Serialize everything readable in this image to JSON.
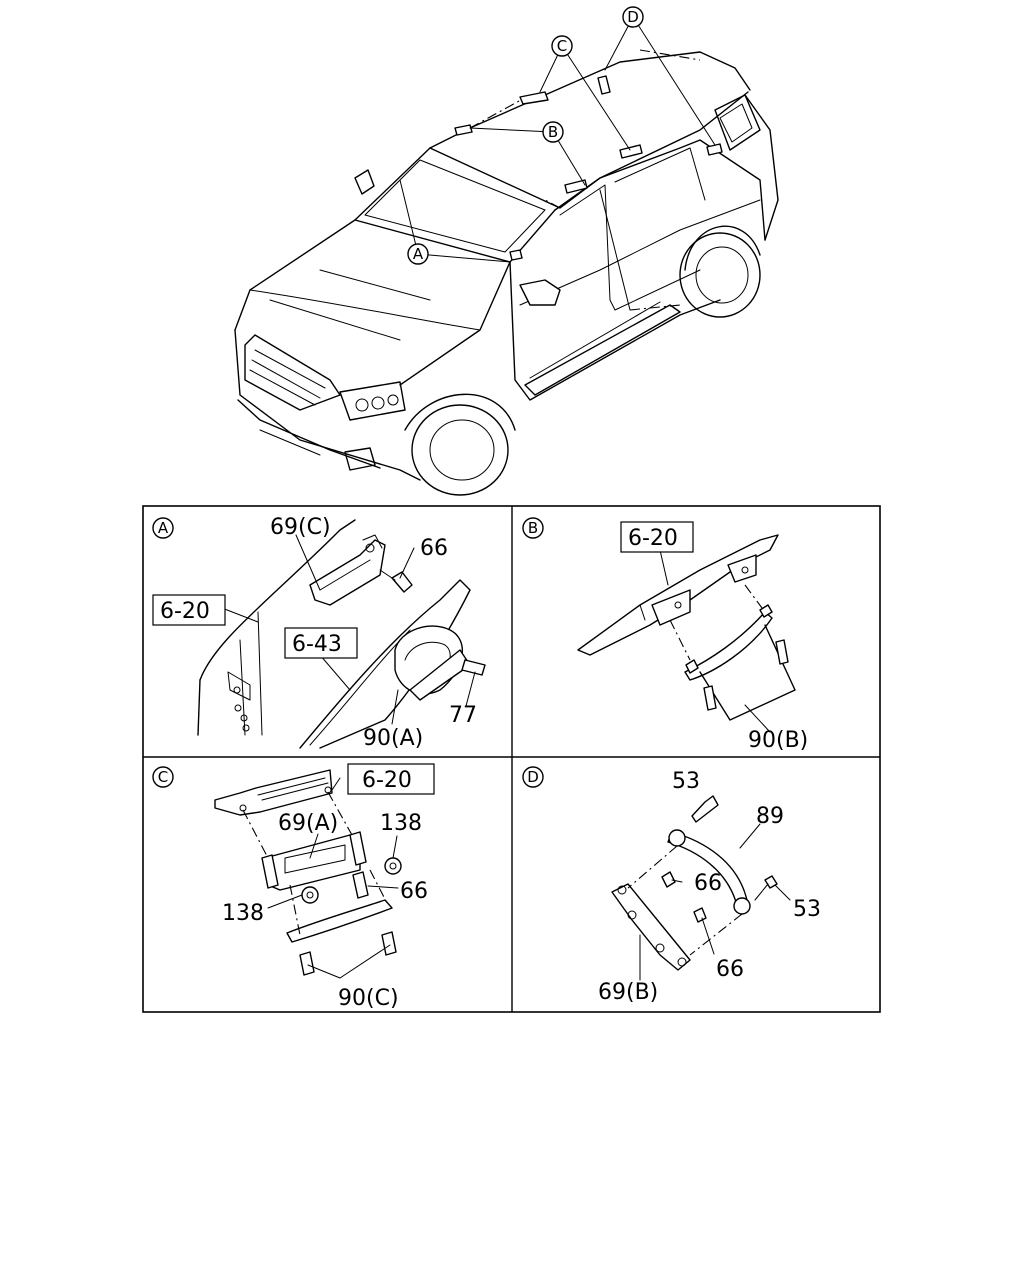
{
  "callouts": [
    "A",
    "B",
    "C",
    "D"
  ],
  "panels": {
    "A": {
      "letter": "A",
      "labels": {
        "p69c": "69(C)",
        "p66": "66",
        "ref620": "6-20",
        "ref643": "6-43",
        "p77": "77",
        "p90a": "90(A)"
      }
    },
    "B": {
      "letter": "B",
      "labels": {
        "ref620": "6-20",
        "p90b": "90(B)"
      }
    },
    "C": {
      "letter": "C",
      "labels": {
        "ref620": "6-20",
        "p69a": "69(A)",
        "p138a": "138",
        "p66": "66",
        "p138b": "138",
        "p90c": "90(C)"
      }
    },
    "D": {
      "letter": "D",
      "labels": {
        "p53a": "53",
        "p89": "89",
        "p66a": "66",
        "p53b": "53",
        "p66b": "66",
        "p69b": "69(B)"
      }
    }
  }
}
